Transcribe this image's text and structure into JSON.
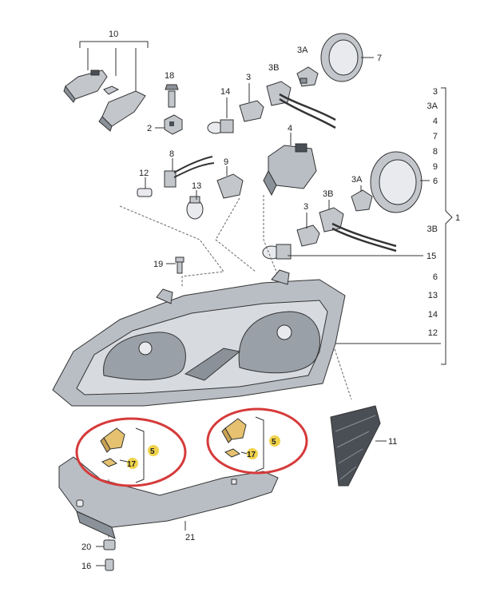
{
  "labels": {
    "p10": "10",
    "p18": "18",
    "p2": "2",
    "p14": "14",
    "p3a": "3",
    "p3b_top": "3B",
    "p3a_top": "3A",
    "p7": "7",
    "p4": "4",
    "p8": "8",
    "p9": "9",
    "p12": "12",
    "p13": "13",
    "p3a_mid": "3A",
    "p6_mid": "6",
    "p3b_mid": "3B",
    "p3_mid": "3",
    "p15": "15",
    "p19": "19",
    "p11": "11",
    "p21": "21",
    "p20": "20",
    "p16": "16",
    "p5_left": "5",
    "p17_left": "17",
    "p5_right": "5",
    "p17_right": "17",
    "p1": "1"
  },
  "bracket_list": [
    "3",
    "3A",
    "4",
    "7",
    "8",
    "9",
    "6",
    "3B",
    "15",
    "6",
    "13",
    "14",
    "12"
  ],
  "colors": {
    "housing": "#b9bec4",
    "housing_dark": "#8b9198",
    "lens": "#d7dbe0",
    "metal": "#c3c7cc",
    "dark": "#4a4f55",
    "clip_yellow": "#e6c270",
    "marker": "#d63a3a",
    "highlight": "#f0d34a"
  }
}
